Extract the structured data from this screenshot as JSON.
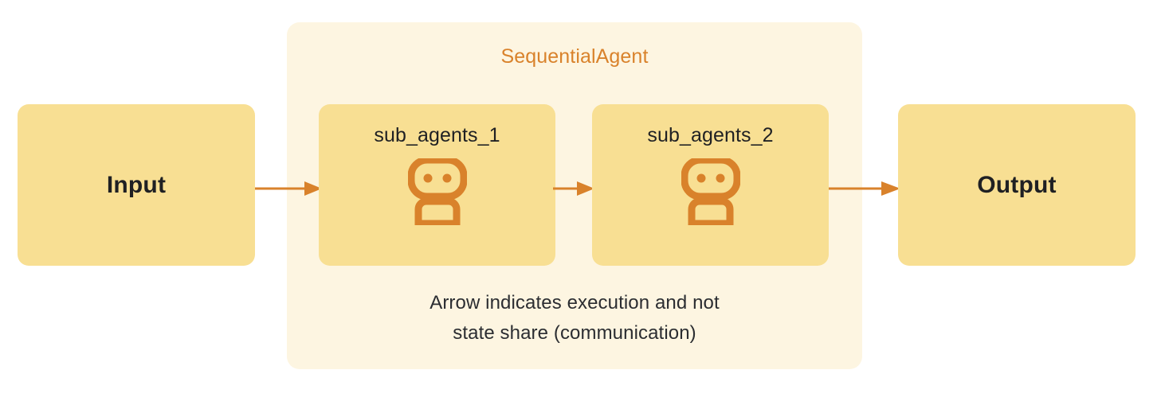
{
  "diagram": {
    "title": "SequentialAgent",
    "caption_line_1": "Arrow indicates execution and not",
    "caption_line_2": "state share (communication)",
    "colors": {
      "page_background": "#FFFFFF",
      "container_background": "#FDF5E1",
      "node_background": "#F8DF93",
      "accent_orange": "#D9822B",
      "arrow_orange": "#D9822B",
      "text_dark": "#1F2023"
    }
  },
  "nodes": {
    "input": {
      "label": "Input",
      "name": "Input"
    },
    "output": {
      "label": "Output",
      "name": "Output"
    },
    "sub_agent_1": {
      "label": "sub_agents_1",
      "icon": "robot-icon"
    },
    "sub_agent_2": {
      "label": "sub_agents_2",
      "icon": "robot-icon"
    }
  },
  "arrows": [
    {
      "id": "arrow-1",
      "from": "Input",
      "to": "sub_agents_1",
      "style": "solid-arrow-right"
    },
    {
      "id": "arrow-2",
      "from": "sub_agents_1",
      "to": "sub_agents_2",
      "style": "solid-arrow-right"
    },
    {
      "id": "arrow-3",
      "from": "sub_agents_2",
      "to": "Output",
      "style": "solid-arrow-right"
    }
  ]
}
